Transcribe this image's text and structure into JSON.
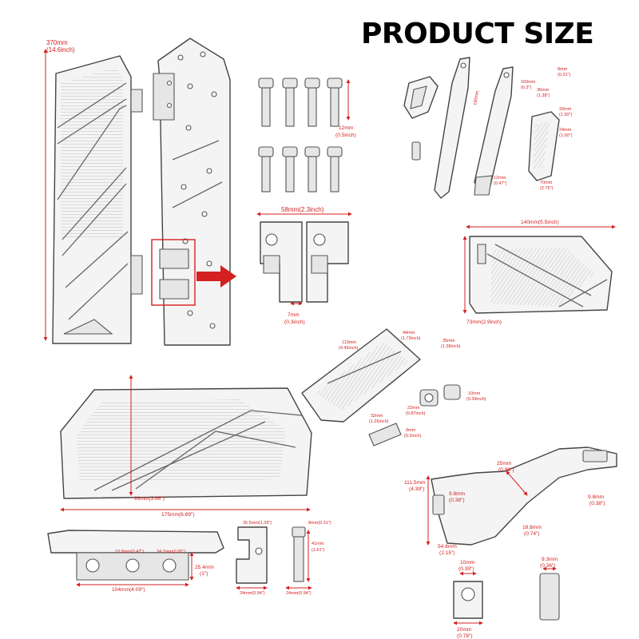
{
  "title": "PRODUCT SIZE",
  "dims": {
    "d370": "370mm",
    "d370in": "(14.6inch)",
    "d12": "12mm",
    "d12in": "(0.5inch)",
    "d58": "58mm(2.3inch)",
    "d7": "7mm",
    "d7in": "(0.3inch)",
    "d140": "140mm(5.5inch)",
    "d73": "73mm(2.9inch)",
    "d175": "175mm(6.89\")",
    "d93": "93mm(3.66\")",
    "d35": "35.5mm(1.39\")",
    "d8": "8mm(0.31\")",
    "d41": "41mm",
    "d41in": "(1.61\")",
    "d108": "10.8mm(0.42\")",
    "d242": "24.2mm(0.95\")",
    "d254": "25.4mm",
    "d254in": "(1\")",
    "d104": "104mm(4.09\")",
    "d24a": "24mm(0.94\")",
    "d24b": "24mm(0.94\")",
    "d25": "25mm",
    "d25in": "(0.98\")",
    "d1115": "111.5mm",
    "d1115in": "(4.39\")",
    "d98a": "9.8mm",
    "d98ain": "(0.38\")",
    "d98b": "9.8mm",
    "d98bin": "(0.38\")",
    "d188": "18.8mm",
    "d188in": "(0.74\")",
    "d548": "54.8mm",
    "d548in": "(2.15\")",
    "d10": "10mm",
    "d10in": "(0.39\")",
    "d93s": "9.3mm",
    "d93sin": "(0.36\")",
    "d20": "20mm",
    "d20in": "(0.78\")",
    "s160": "160mm",
    "s160in": "(6.3\")",
    "s8": "8mm",
    "s8in": "(0.31\")",
    "s35": "35mm",
    "s35in": "(1.38\")",
    "s33": "33mm",
    "s33in": "(1.30\")",
    "s190": "190mm",
    "s190in": "(7.48\")",
    "s12": "12mm",
    "s12in": "(0.47\")",
    "s70": "70mm",
    "s70in": "(2.75\")",
    "s24": "24mm",
    "s24in": "(1.00\")",
    "s113": "113mm",
    "s113in": "(4.45inch)",
    "s44": "44mm",
    "s44in": "(1.73inch)",
    "s35b": "35mm",
    "s35bin": "(1.38inch)",
    "s22": "22mm",
    "s22in": "(0.87inch)",
    "s10": "10mm",
    "s10in": "(0.39inch)",
    "s32": "32mm",
    "s32in": "(1.26inch)",
    "s9": "9mm",
    "s9in": "(0.3inch)"
  }
}
